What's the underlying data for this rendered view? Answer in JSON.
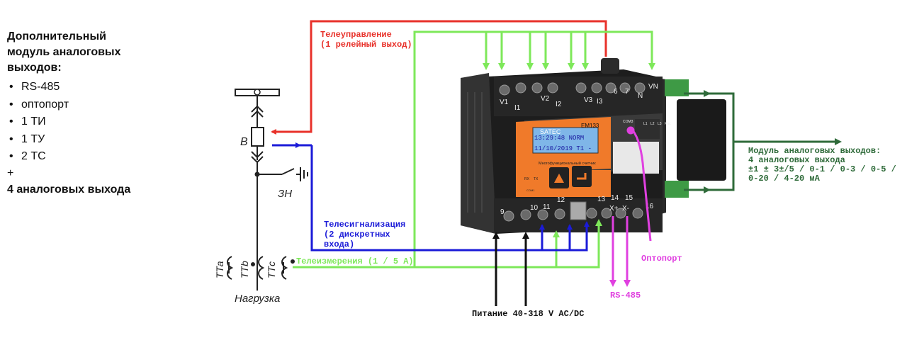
{
  "left_panel": {
    "heading": "Дополнительный модуль аналоговых выходов:",
    "heading_lines": [
      "Дополнительный",
      "модуль аналоговых",
      "выходов:"
    ],
    "items": [
      "RS-485",
      "оптопорт",
      "1 ТИ",
      "1 ТУ",
      "2 ТС"
    ],
    "plus": "+",
    "tail": "4 аналоговых выхода"
  },
  "labels": {
    "teleupravlenie": [
      "Телеуправление",
      "(1 релейный выход)"
    ],
    "telesignalizacia": [
      "Телесигнализация",
      "(2 дискретных",
      "входа)"
    ],
    "teleizmerenia": "Телеизмерения (1 / 5 A)",
    "pitanie": "Питание 40-318 V AC/DC",
    "optoport": "Оптопорт",
    "rs485": "RS-485",
    "analog_module": [
      "Модуль аналоговых выходов:",
      "4 аналоговых выхода",
      "±1 ± 3±/5 / 0-1 / 0-3 / 0-5 /",
      "0-20 / 4-20 мА"
    ]
  },
  "schematic": {
    "breaker": "В",
    "earth_switch": "ЗН",
    "ct": [
      "ТТа",
      "ТТb",
      "ТТc"
    ],
    "load": "Нагрузка"
  },
  "device": {
    "brand": "SATEC",
    "model": "EM133",
    "lcd_line1": "13:29:48 NORM",
    "lcd_line2": "11/10/2019 T1 -",
    "subtitle": "Многофункциональный счетчик",
    "top_terminals": [
      "V1",
      "I1",
      "V2",
      "I2",
      "V3",
      "I3",
      "6",
      "7",
      "N",
      "VN"
    ],
    "bottom_terminals": [
      "9",
      "10",
      "11",
      "12",
      "13",
      "14",
      "15",
      "X+",
      "X-",
      "16"
    ],
    "led_labels": [
      "RX",
      "TX",
      "COM1"
    ],
    "phase_leds": [
      "L1",
      "L2",
      "L3",
      "Pnc"
    ],
    "com_label": "COM3"
  },
  "colors": {
    "red": "#e8312a",
    "blue": "#1b1bd8",
    "green": "#7ee85a",
    "dark_green": "#2f6b3a",
    "magenta": "#e040e0",
    "black": "#111111",
    "orange": "#f07a2a"
  }
}
